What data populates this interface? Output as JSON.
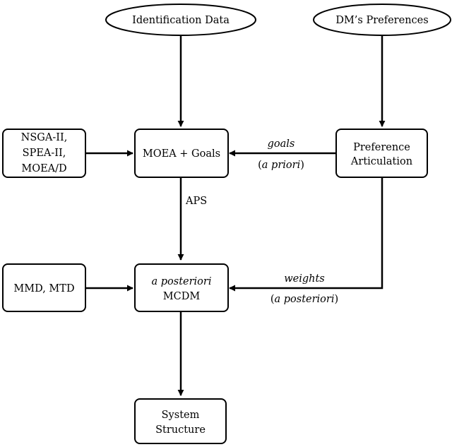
{
  "nodes": {
    "identification_data": {
      "label": "Identification Data"
    },
    "dm_preferences": {
      "label": "DM’s Preferences"
    },
    "algorithms": {
      "lines": [
        "NSGA-II,",
        "SPEA-II,",
        "MOEA/D"
      ]
    },
    "moea_goals": {
      "label": "MOEA + Goals"
    },
    "preference_articulation": {
      "lines": [
        "Preference",
        "Articulation"
      ]
    },
    "mmd_mtd": {
      "label": "MMD, MTD"
    },
    "mcdm": {
      "line1_italic": "a posteriori",
      "line2": "MCDM"
    },
    "system_structure": {
      "lines": [
        "System",
        "Structure"
      ]
    }
  },
  "edges": {
    "goals_label": "goals",
    "goals_sub": {
      "open": "(",
      "italic": "a priori",
      "close": ")"
    },
    "aps_label": "APS",
    "weights_label": "weights",
    "weights_sub": {
      "open": "(",
      "italic": "a posteriori",
      "close": ")"
    }
  },
  "colors": {
    "stroke": "#000000",
    "fill": "#ffffff",
    "background": "#ffffff"
  }
}
